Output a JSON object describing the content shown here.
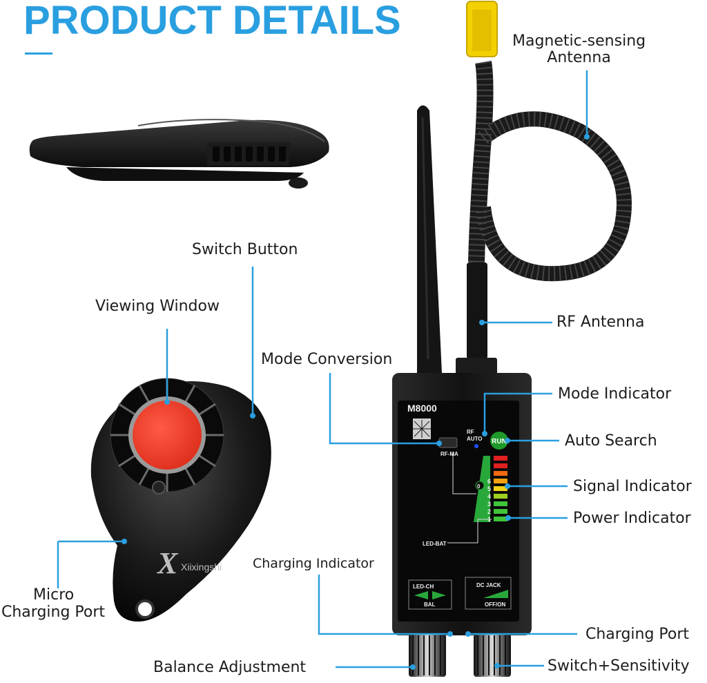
{
  "header": {
    "title": "PRODUCT DETAILS",
    "accent_color": "#2a9fe0"
  },
  "callouts": {
    "magnetic_antenna": "Magnetic-sensing\nAntenna",
    "switch_button": "Switch Button",
    "viewing_window": "Viewing Window",
    "rf_antenna": "RF Antenna",
    "mode_conversion": "Mode Conversion",
    "mode_indicator": "Mode Indicator",
    "auto_search": "Auto Search",
    "signal_indicator": "Signal Indicator",
    "power_indicator": "Power Indicator",
    "charging_indicator": "Charging Indicator",
    "micro_charging_port_line1": "Micro",
    "micro_charging_port_line2": "Charging Port",
    "charging_port": "Charging Port",
    "balance_adjustment": "Balance Adjustment",
    "switch_sensitivity": "Switch+Sensitivity"
  },
  "device_panel": {
    "model": "M8000",
    "rf_label": "RF",
    "auto_label": "AUTO",
    "run_label": "RUN",
    "rf_ma_label": "RF-MA",
    "led_bat_label": "LED-BAT",
    "led_ch_label": "LED-CH",
    "bal_label": "BAL",
    "dc_jack_label": "DC JACK",
    "off_on_label": "OFF/ON",
    "zero_label": "0",
    "level_numbers": [
      "6",
      "5",
      "4",
      "3",
      "2",
      "1"
    ]
  },
  "pendant": {
    "brand": "Xiixingshi"
  }
}
